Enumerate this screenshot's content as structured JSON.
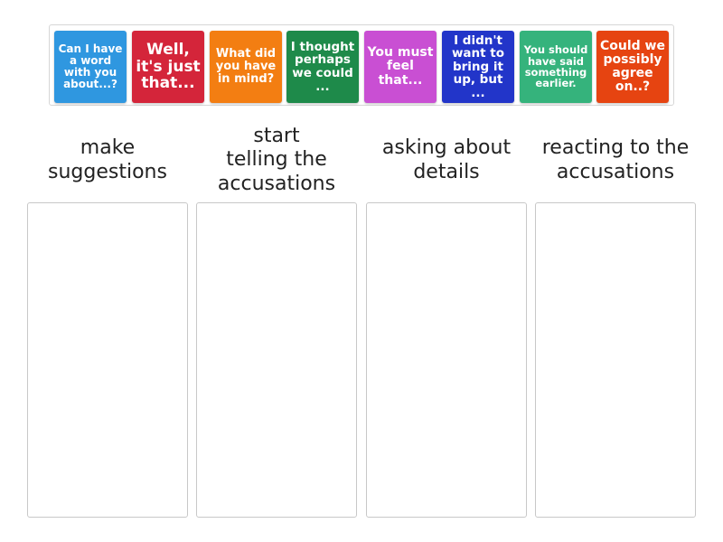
{
  "cards": [
    {
      "text": "Can I have a word with you about...?",
      "color": "#2f97e0",
      "font_size": "12px"
    },
    {
      "text": "Well, it's just that...",
      "color": "#d4253a",
      "font_size": "17px"
    },
    {
      "text": "What did you have in mind?",
      "color": "#f37e12",
      "font_size": "13px"
    },
    {
      "text": "I thought perhaps we could ...",
      "color": "#1e8a4a",
      "font_size": "13.5px"
    },
    {
      "text": "You must feel that...",
      "color": "#c94fd3",
      "font_size": "14px"
    },
    {
      "text": "I didn't want to bring it up, but ...",
      "color": "#2235c9",
      "font_size": "13.5px"
    },
    {
      "text": "You should have said something earlier.",
      "color": "#35b37c",
      "font_size": "11.5px"
    },
    {
      "text": "Could we possibly agree on..?",
      "color": "#e64411",
      "font_size": "14px"
    }
  ],
  "columns": [
    {
      "title": "make\nsuggestions"
    },
    {
      "title": "start\ntelling the\naccusations"
    },
    {
      "title": "asking about\ndetails"
    },
    {
      "title": "reacting to the\naccusations"
    }
  ]
}
